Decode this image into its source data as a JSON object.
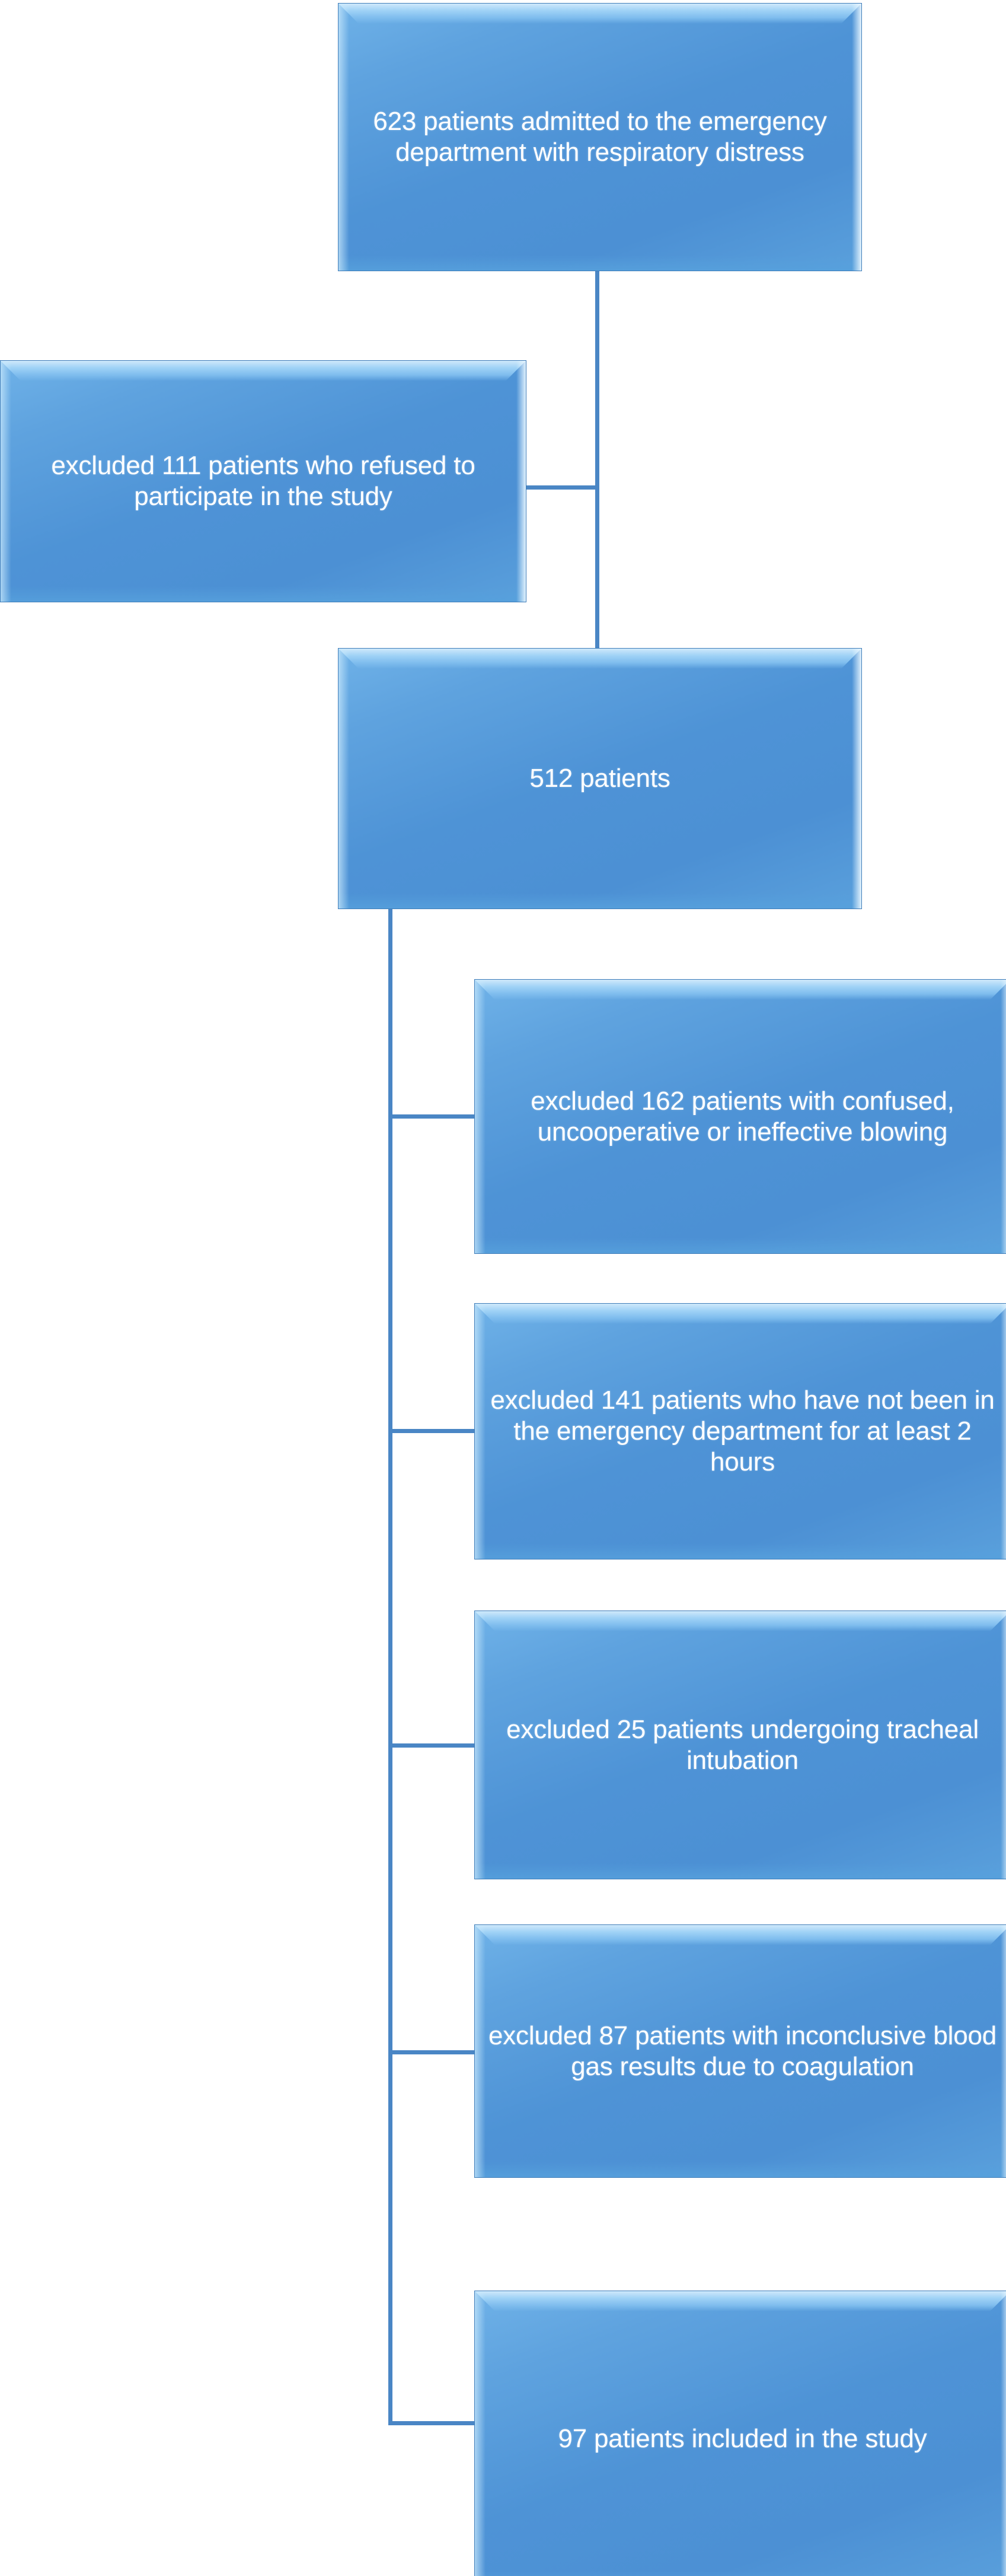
{
  "diagram": {
    "type": "patient-flow-flowchart",
    "background_color": "#ffffff",
    "box_fill_color": "#4E93D6",
    "box_highlight_color": "#CFE9FB",
    "connector_color": "#4A86C5",
    "text_color": "#ffffff",
    "nodes": [
      {
        "id": "admitted",
        "role": "start",
        "text": "623 patients admitted to the emergency department with respiratory distress",
        "count": 623
      },
      {
        "id": "excluded-refused",
        "role": "exclusion",
        "text": "excluded 111 patients who refused to participate in the study",
        "count": 111
      },
      {
        "id": "remaining-512",
        "role": "cohort",
        "text": "512 patients",
        "count": 512
      },
      {
        "id": "excluded-blowing",
        "role": "exclusion",
        "text": "excluded 162 patients with confused, uncooperative or ineffective blowing",
        "count": 162
      },
      {
        "id": "excluded-duration",
        "role": "exclusion",
        "text": "excluded 141 patients who have not been in the emergency department for at least 2 hours",
        "count": 141
      },
      {
        "id": "excluded-intubation",
        "role": "exclusion",
        "text": "excluded 25 patients undergoing tracheal intubation",
        "count": 25
      },
      {
        "id": "excluded-coagulation",
        "role": "exclusion",
        "text": "excluded 87 patients with inconclusive blood gas results due to coagulation",
        "count": 87
      },
      {
        "id": "included-97",
        "role": "end",
        "text": "97 patients included in the study",
        "count": 97
      }
    ]
  }
}
